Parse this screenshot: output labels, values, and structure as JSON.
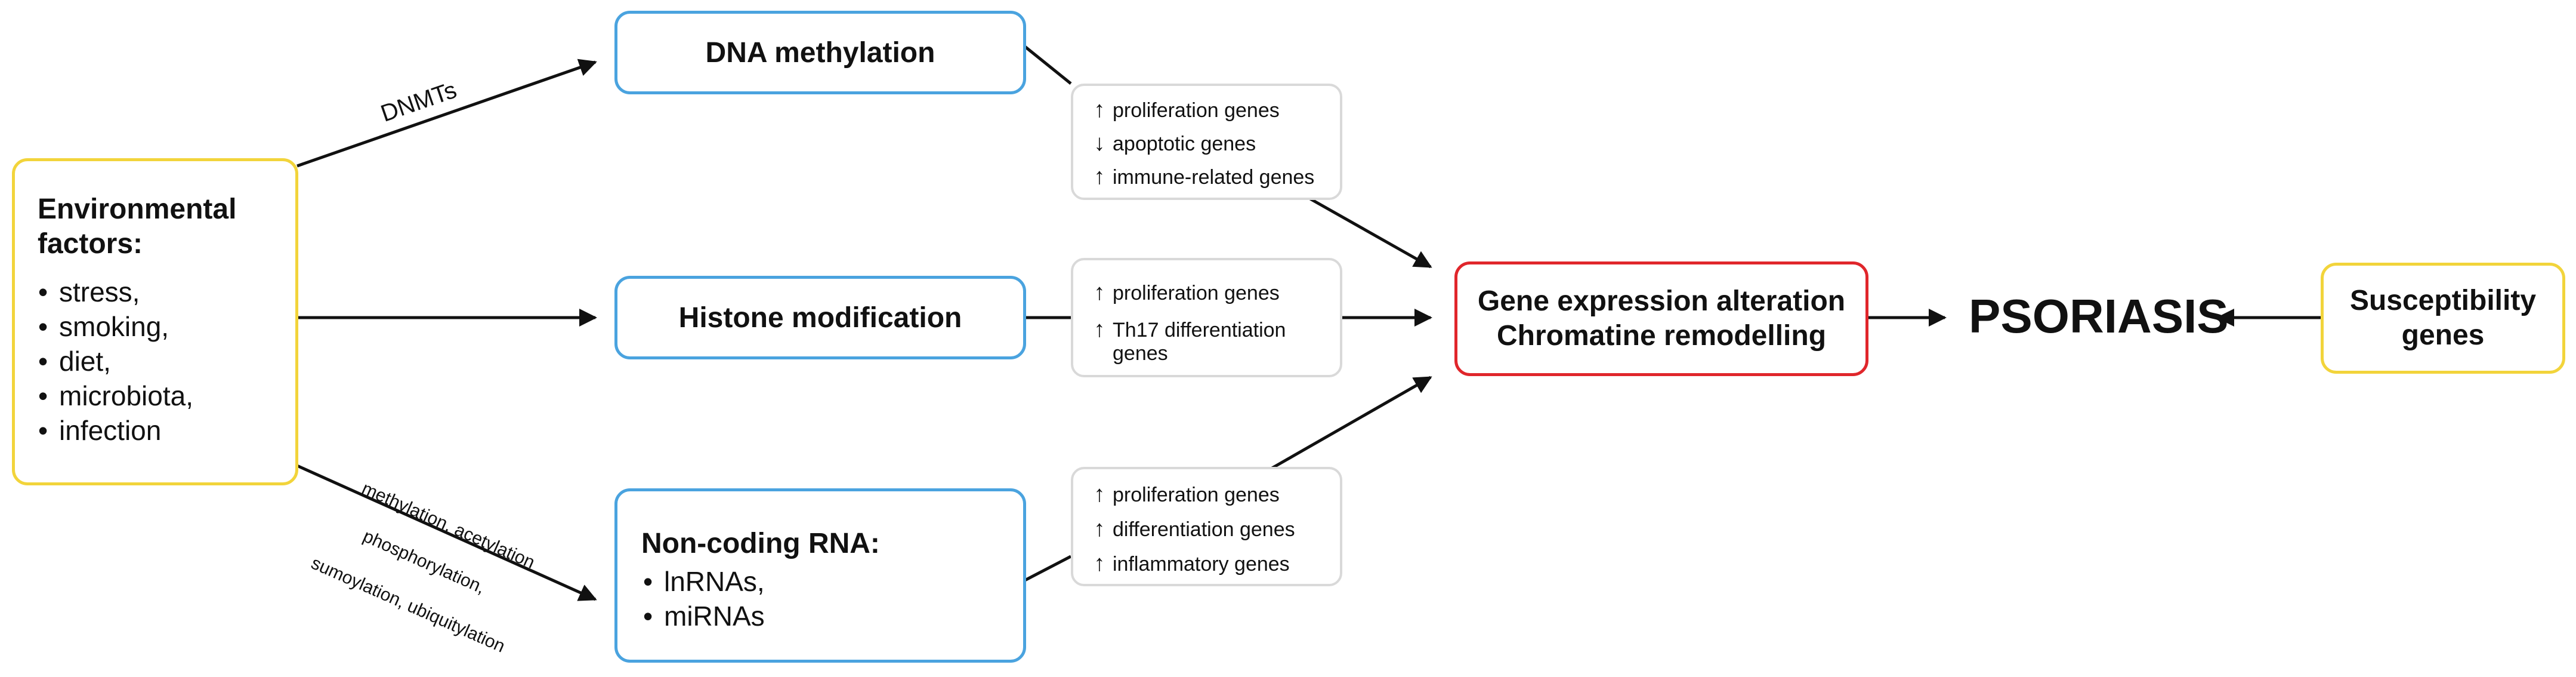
{
  "environmental": {
    "title_line1": "Environmental",
    "title_line2": "factors:",
    "items": [
      "stress,",
      "smoking,",
      "diet,",
      "microbiota,",
      "infection"
    ]
  },
  "dna_methylation": {
    "title": "DNA methylation"
  },
  "histone_modification": {
    "title": "Histone modification"
  },
  "noncoding_rna": {
    "title": "Non-coding RNA:",
    "items": [
      "lnRNAs,",
      "miRNAs"
    ]
  },
  "edge_labels": {
    "dnmts": "DNMTs",
    "methylation_acetylation": "methylation, acetylation",
    "phosphorylation": "phosphorylation,",
    "sumoylation": "sumoylation, ubiquitylation"
  },
  "effects": {
    "dna": [
      {
        "arrow": "↑",
        "text": "proliferation genes"
      },
      {
        "arrow": "↓",
        "text": "apoptotic genes"
      },
      {
        "arrow": "↑",
        "text": "immune-related genes"
      }
    ],
    "histone": [
      {
        "arrow": "↑",
        "text": "proliferation genes"
      },
      {
        "arrow": "↑",
        "text": "Th17 differentiation",
        "text2": "genes"
      }
    ],
    "ncrna": [
      {
        "arrow": "↑",
        "text": "proliferation genes"
      },
      {
        "arrow": "↑",
        "text": "differentiation genes"
      },
      {
        "arrow": "↑",
        "text": "inflammatory genes"
      }
    ]
  },
  "gene_expression": {
    "line1": "Gene expression alteration",
    "line2": "Chromatine remodelling"
  },
  "psoriasis": {
    "label": "PSORIASIS"
  },
  "susceptibility": {
    "line1": "Susceptibility",
    "line2": "genes"
  },
  "colors": {
    "blue_border": "#4aa3df",
    "yellow_border": "#f2d43b",
    "red_border": "#e0262b",
    "grey_border": "#d9d9d9",
    "arrow": "#111111"
  }
}
